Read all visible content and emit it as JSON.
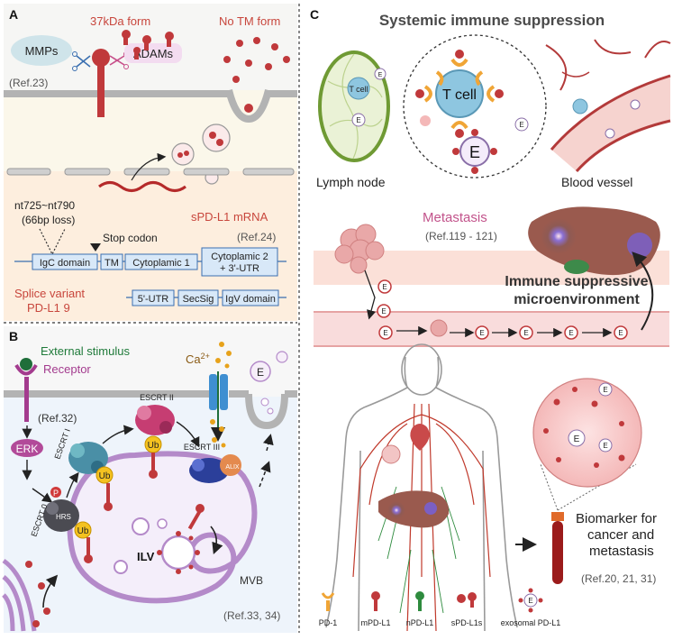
{
  "panel_a": {
    "letter": "A",
    "form_37kda": "37kDa form",
    "no_tm_form": "No TM  form",
    "mmps": "MMPs",
    "adams": "ADAMs",
    "ref23": "(Ref.23)",
    "mrna": "sPD-L1 mRNA",
    "nt_range": "nt725~nt790",
    "bp_loss": "(66bp loss)",
    "stop_codon": "Stop codon",
    "ref24": "(Ref.24)",
    "exon_igc": "IgC domain",
    "exon_tm": "TM",
    "exon_cyto1": "Cytoplamic 1",
    "exon_cyto2_l1": "Cytoplamic 2",
    "exon_cyto2_l2": "+ 3'-UTR",
    "splice_l1": "Splice variant",
    "splice_l2": "PD-L1 9",
    "exon_5utr": "5'-UTR",
    "exon_secsig": "SecSig",
    "exon_igv": "IgV domain"
  },
  "panel_b": {
    "letter": "B",
    "external_stimulus": "External stimulus",
    "receptor": "Receptor",
    "ref32": "(Ref.32)",
    "erk": "ERK",
    "escrt1": "ESCRT I",
    "escrt2": "ESCRT II",
    "escrt3": "ESCRT III",
    "escrt0": "ESCRT 0",
    "hrs": "HRS",
    "alix": "ALIX",
    "ub": "Ub",
    "p": "P",
    "ca": "Ca",
    "ca_sup": "2+",
    "ilv": "ILV",
    "mvb": "MVB",
    "ref3334": "(Ref.33, 34)"
  },
  "panel_c": {
    "letter": "C",
    "title": "Systemic immune suppression",
    "tcell": "T cell",
    "exo_e": "E",
    "lymph_node": "Lymph node",
    "blood_vessel": "Blood vessel",
    "metastasis": "Metastasis",
    "ref119": "(Ref.119 - 121)",
    "ims_l1": "Immune suppressive",
    "ims_l2": "microenvironment",
    "biomarker_l1": "Biomarker  for",
    "biomarker_l2": "cancer and",
    "biomarker_l3": "metastasis",
    "ref2021": "(Ref.20, 21, 31)"
  },
  "legend": {
    "pd1": "PD-1",
    "mpdl1": "mPD-L1",
    "npdl1": "nPD-L1",
    "spdl1s": "sPD-L1s",
    "exo": "exosomal PD-L1"
  },
  "colors": {
    "pdl1_red": "#c0393b",
    "pd1_orange": "#f0a536",
    "npdl1_green": "#2e8b3e",
    "membrane_gray": "#a9a9a9",
    "mvb_purple": "#b48ac9",
    "label_red": "#c8463c",
    "exon_blue": "#d8e8f8",
    "metastasis_pink": "#c2538b"
  }
}
